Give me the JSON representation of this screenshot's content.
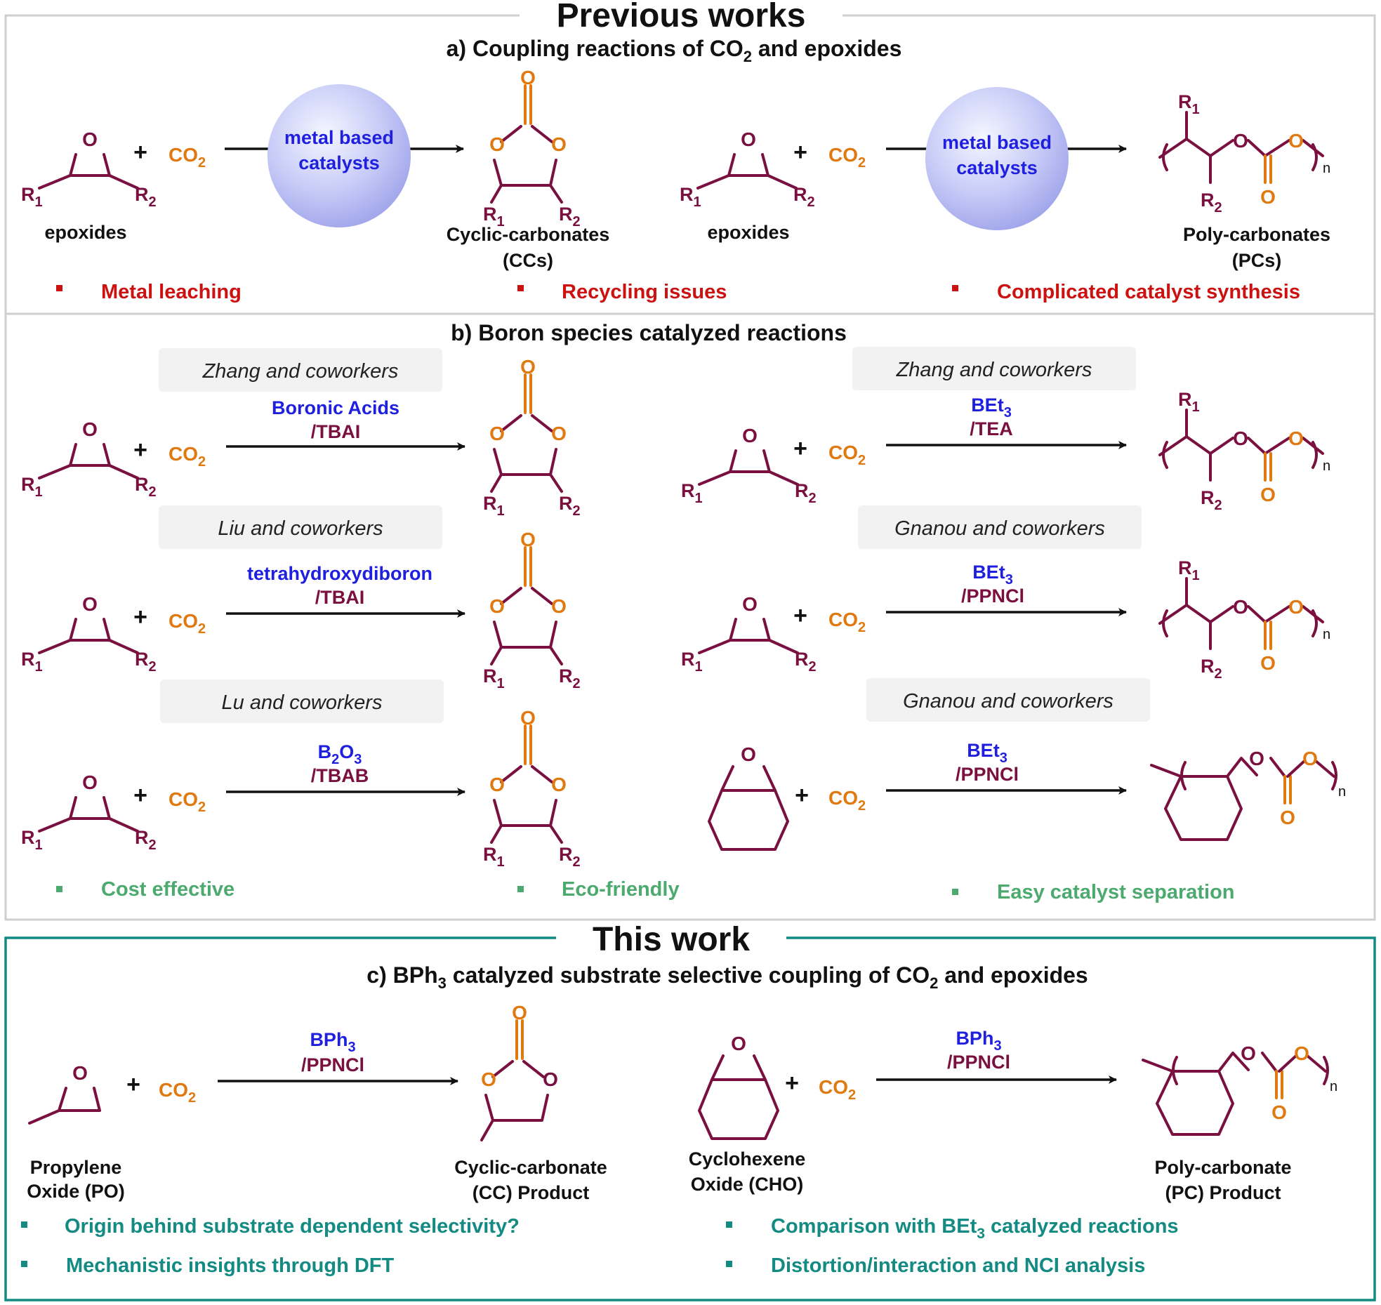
{
  "previous": {
    "title": "Previous works",
    "section_a": {
      "title_pre": "a) Coupling reactions of CO",
      "title_sub": "2",
      "title_post": " and epoxides",
      "catalyst_line1": "metal based",
      "catalyst_line2": "catalysts",
      "epoxides_label": "epoxides",
      "cc_label_line1": "Cyclic-carbonates",
      "cc_label_line2": "(CCs)",
      "pc_label_line1": "Poly-carbonates",
      "pc_label_line2": "(PCs)",
      "bullets": [
        "Metal leaching",
        "Recycling issues",
        "Complicated catalyst synthesis"
      ]
    },
    "section_b": {
      "title": "b) Boron species catalyzed reactions",
      "left": [
        {
          "author": "Zhang and coworkers",
          "catalyst": "Boronic Acids",
          "cocatalyst": "/TBAI"
        },
        {
          "author": "Liu and coworkers",
          "catalyst": "tetrahydroxydiboron",
          "cocatalyst": "/TBAI"
        },
        {
          "author": "Lu and coworkers",
          "catalyst_pre": "B",
          "catalyst_sub1": "2",
          "catalyst_mid": "O",
          "catalyst_sub2": "3",
          "cocatalyst": "/TBAB"
        }
      ],
      "right": [
        {
          "author": "Zhang and coworkers",
          "catalyst": "BEt",
          "catalyst_sub": "3",
          "cocatalyst": "/TEA"
        },
        {
          "author": "Gnanou and coworkers",
          "catalyst": "BEt",
          "catalyst_sub": "3",
          "cocatalyst": "/PPNCl"
        },
        {
          "author": "Gnanou and coworkers",
          "catalyst": "BEt",
          "catalyst_sub": "3",
          "cocatalyst": "/PPNCl"
        }
      ],
      "bullets": [
        "Cost effective",
        "Eco-friendly",
        "Easy catalyst separation"
      ]
    }
  },
  "this_work": {
    "title": "This work",
    "section_c": {
      "title_pre": "c) BPh",
      "title_sub1": "3",
      "title_mid": " catalyzed substrate selective coupling of CO",
      "title_sub2": "2",
      "title_post": " and epoxides",
      "catalyst": "BPh",
      "catalyst_sub": "3",
      "cocatalyst": "/PPNCl",
      "po_line1": "Propylene",
      "po_line2": "Oxide (PO)",
      "cc_line1": "Cyclic-carbonate",
      "cc_line2": "(CC) Product",
      "cho_line1": "Cyclohexene",
      "cho_line2": "Oxide (CHO)",
      "pc_line1": "Poly-carbonate",
      "pc_line2": "(PC) Product",
      "bullets_left": [
        "Origin behind substrate dependent selectivity?",
        "Mechanistic insights through DFT"
      ],
      "bullet_right1_pre": "Comparison with BEt",
      "bullet_right1_sub": "3",
      "bullet_right1_post": " catalyzed reactions",
      "bullet_right2": "Distortion/interaction and NCI analysis"
    }
  },
  "chem": {
    "co2": "CO",
    "co2_sub": "2",
    "plus": "+",
    "O": "O",
    "R": "R",
    "sub1": "1",
    "sub2": "2",
    "n": "n"
  },
  "colors": {
    "molecule": "#7a1040",
    "carbonyl": "#e07a10",
    "catalyst_blue": "#1f1fe0",
    "drawback_red": "#cc1111",
    "advantage_green": "#4caa6f",
    "this_work_teal": "#138a82"
  }
}
